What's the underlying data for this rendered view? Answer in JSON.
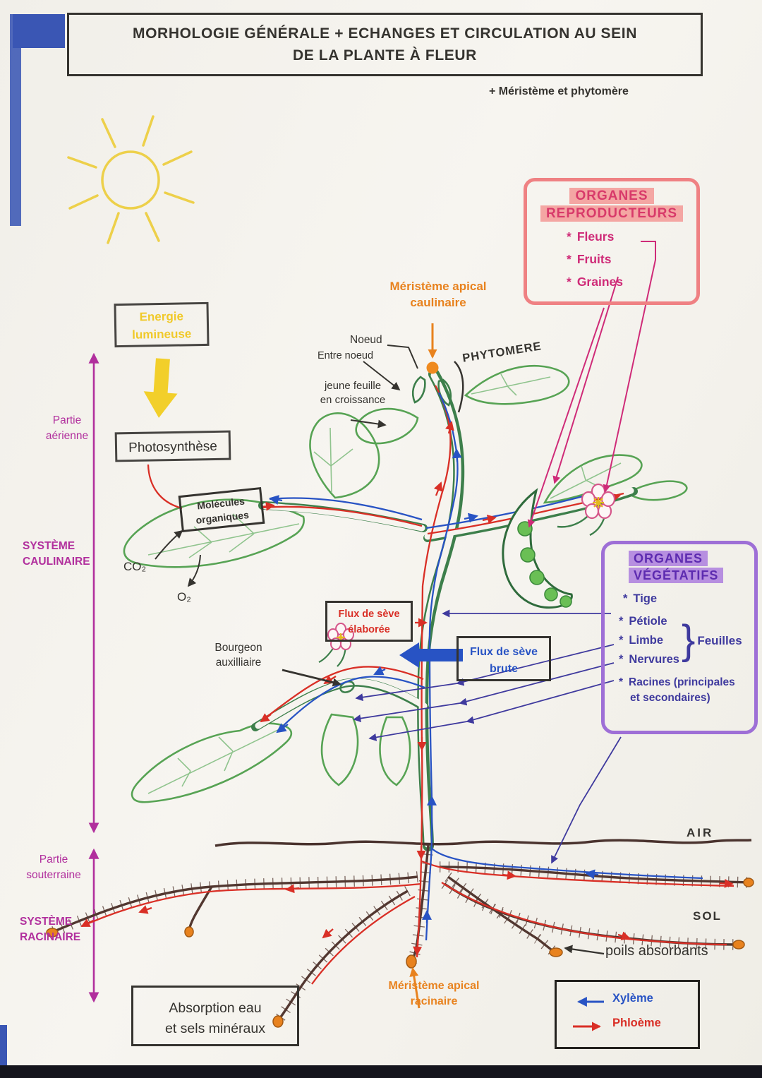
{
  "colors": {
    "ink": "#35332f",
    "magenta": "#b12f9d",
    "orange": "#e8821e",
    "yellow": "#f0c929",
    "green": "#3d7f4b",
    "leaf": "#57a354",
    "vein": "#90c48e",
    "red": "#d92f26",
    "blue": "#2853c4",
    "crimson": "#cf2b78",
    "pink-border": "#ef8183",
    "pink-hl": "#f4a6a3",
    "purple-border": "#9e6fd6",
    "purple-hl": "#b78fe0",
    "indigo": "#3f3a9e",
    "brown": "#523730",
    "blue-tab": "#3a56b4"
  },
  "title": {
    "line1": "MORHOLOGIE GÉNÉRALE + ECHANGES ET CIRCULATION AU SEIN",
    "line2": "DE LA PLANTE À FLEUR",
    "subtitle": "+ Méristème et phytomère"
  },
  "energy": {
    "line1": "Energie",
    "line2": "lumineuse"
  },
  "photosynthese": {
    "label": "Photosynthèse"
  },
  "molecules": {
    "line1": "Molécules",
    "line2": "organiques"
  },
  "gaz": {
    "co2": "CO₂",
    "o2": "O₂"
  },
  "left": {
    "aer1": "Partie",
    "aer2": "aérienne",
    "caul1": "SYSTÈME",
    "caul2": "CAULINAIRE",
    "sout1": "Partie",
    "sout2": "souterraine",
    "rac1": "SYSTÈME",
    "rac2": "RACINAIRE"
  },
  "apex": {
    "mer1": "Méristème apical",
    "mer2": "caulinaire",
    "noeud": "Noeud",
    "entre_noeud": "Entre noeud",
    "jeune1": "jeune feuille",
    "jeune2": "en croissance",
    "phytomere": "PHYTOMERE"
  },
  "repro": {
    "t1": "ORGANES",
    "t2": "REPRODUCTEURS",
    "bullet": "*",
    "items": [
      "Fleurs",
      "Fruits",
      "Graines"
    ]
  },
  "veg": {
    "t1": "ORGANES",
    "t2": "VÉGÉTATIFS",
    "bullet": "*",
    "items": [
      "Tige",
      "Pétiole",
      "Limbe",
      "Nervures"
    ],
    "brace": "}",
    "feuilles": "Feuilles",
    "rac1": "Racines (principales",
    "rac2": "et secondaires)"
  },
  "flux": {
    "elab1": "Flux de sève",
    "elab2": "élaborée",
    "brute1": "Flux de sève",
    "brute2": "brute"
  },
  "bourgeon": {
    "line1": "Bourgeon",
    "line2": "auxilliaire"
  },
  "ground": {
    "air": "AIR",
    "sol": "SOL",
    "poils": "poils absorbants"
  },
  "meristeme_rac": {
    "line1": "Méristème apical",
    "line2": "racinaire"
  },
  "absorption": {
    "line1": "Absorption eau",
    "line2": "et sels minéraux"
  },
  "legend": {
    "xyleme": "Xylème",
    "phloeme": "Phloème"
  }
}
